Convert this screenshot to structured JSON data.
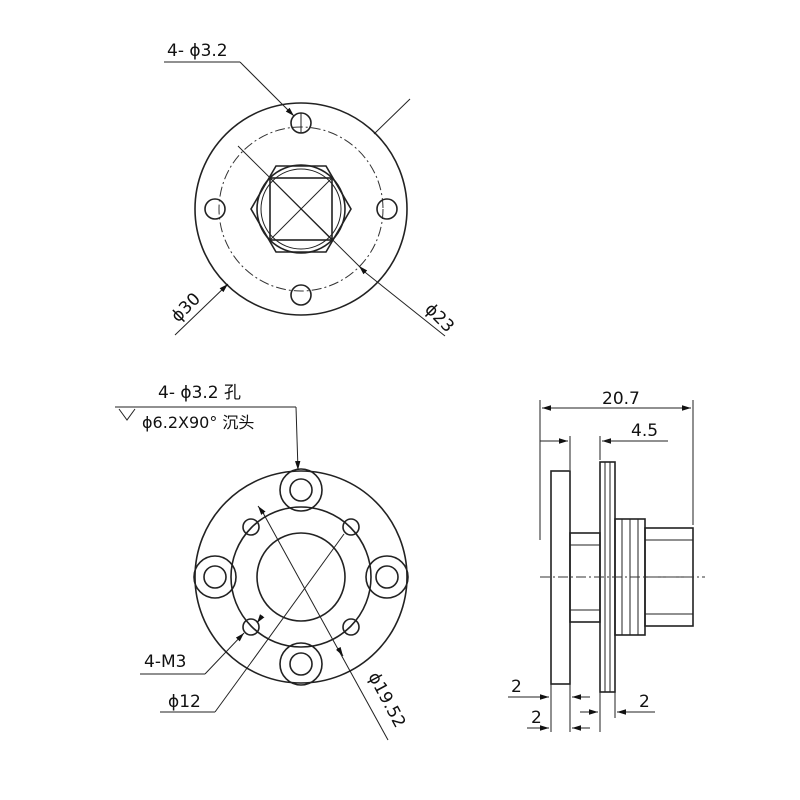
{
  "top_view": {
    "hole_label": "4- ϕ3.2",
    "outer_dia": "ϕ30",
    "pcd_dia": "ϕ23"
  },
  "bottom_view": {
    "hole_label": "4- ϕ3.2 孔",
    "countersink_label": "ϕ6.2X90° 沉头",
    "thread_label": "4-M3",
    "bore_dia": "ϕ12",
    "pcd_dia": "ϕ19.52"
  },
  "side_view": {
    "overall_length": "20.7",
    "flange_offset": "4.5",
    "plate_thickness_left": "2",
    "plate_thickness_mid": "2",
    "plate_thickness_right": "2"
  }
}
